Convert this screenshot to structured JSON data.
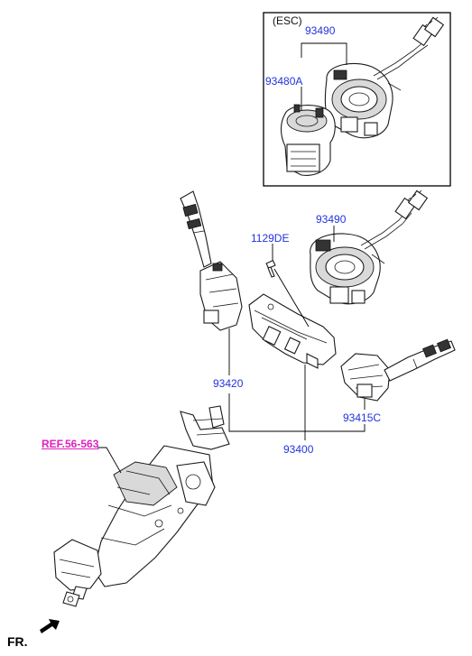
{
  "esc_box": {
    "label": "(ESC)"
  },
  "labels": {
    "esc_clock_spring": "93490",
    "esc_steering_sensor": "93480A",
    "clock_spring": "93490",
    "bolt": "1129DE",
    "light_switch": "93420",
    "wiper_switch": "93415C",
    "switch_assembly": "93400"
  },
  "reference": {
    "text": "REF.56-563"
  },
  "front_indicator": {
    "text": "FR."
  },
  "colors": {
    "part_number": "#2233dd",
    "reference": "#e020c0",
    "linework": "#1a1a1a"
  }
}
